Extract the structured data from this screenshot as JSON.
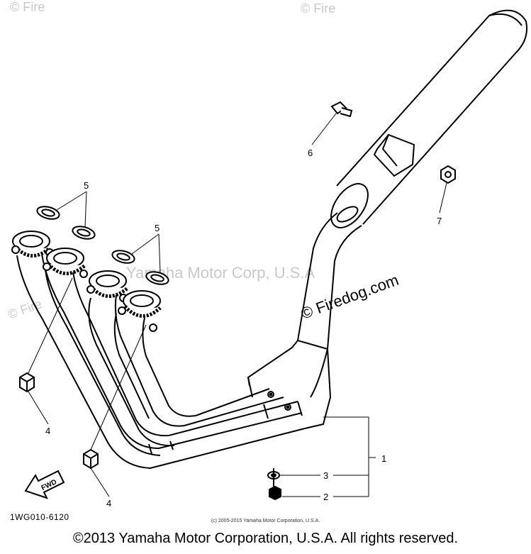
{
  "watermarks": {
    "center": "Yamaha Motor Corp, U.S.A",
    "site": "© Firedog.com",
    "edge": "© Fire"
  },
  "callouts": [
    "1",
    "2",
    "3",
    "4",
    "4",
    "5",
    "5",
    "6",
    "7"
  ],
  "arrow_label": "FWD",
  "part_code": "1WG010-6120",
  "small_copyright": "(c) 2005-2015 Yamaha Motor Corporation, U.S.A.",
  "footer_copyright": "©2013 Yamaha Motor Corporation, U.S.A. All rights reserved.",
  "colors": {
    "line": "#000000",
    "watermark": "#c9c9c9",
    "background": "#ffffff"
  }
}
